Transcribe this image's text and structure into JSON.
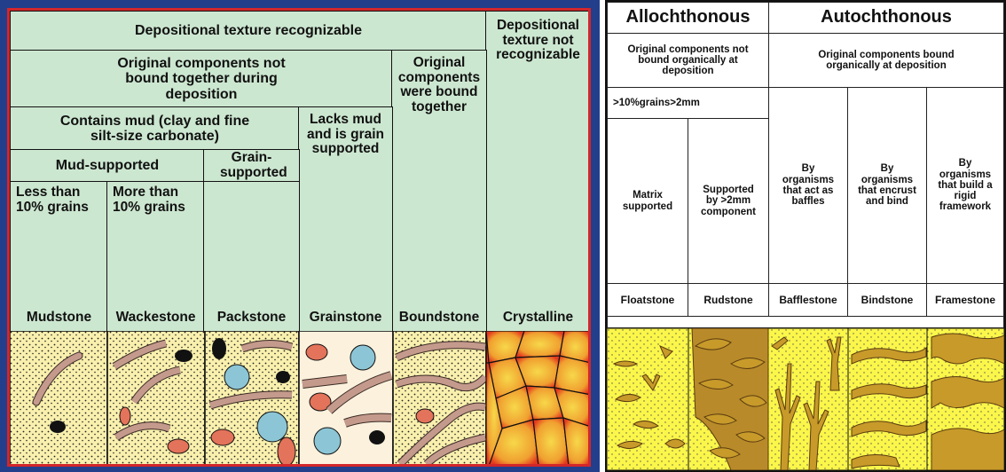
{
  "left_chart": {
    "header_recognizable": "Depositional texture recognizable",
    "header_not_recognizable": "Depositional texture not recognizable",
    "not_bound": "Original components not bound together during deposition",
    "bound": "Original components were bound together",
    "contains_mud": "Contains mud (clay and fine silt-size carbonate)",
    "lacks_mud": "Lacks mud and is grain supported",
    "mud_supported": "Mud-supported",
    "grain_supported": "Grain-supported",
    "less_than": "Less than 10% grains",
    "more_than": "More than 10% grains",
    "names": [
      "Mudstone",
      "Wackestone",
      "Packstone",
      "Grainstone",
      "Boundstone",
      "Crystalline"
    ],
    "colors": {
      "frame": "#233f8c",
      "border": "#d3262a",
      "cell": "#cce7d0",
      "matrix": "#f9f0ae",
      "spar": "#fbf1dd",
      "grain_red": "#e3735a",
      "grain_blue": "#8cc6d6",
      "crystal_hot": "#e4381e",
      "crystal_warm": "#f7d84a"
    }
  },
  "right_chart": {
    "allochthonous": "Allochthonous",
    "autochthonous": "Autochthonous",
    "not_bound": "Original components not bound organically at deposition",
    "bound": "Original components bound organically at deposition",
    "grains": ">10%grains>2mm",
    "descriptions": [
      "Matrix supported",
      "Supported by >2mm component",
      "By organisms that act as baffles",
      "By organisms that encrust and bind",
      "By organisms that build a rigid framework"
    ],
    "names": [
      "Floatstone",
      "Rudstone",
      "Bafflestone",
      "Bindstone",
      "Framestone"
    ],
    "colors": {
      "matrix": "#fbf64a",
      "organism": "#c79a2a",
      "outline": "#5a3c10"
    }
  }
}
